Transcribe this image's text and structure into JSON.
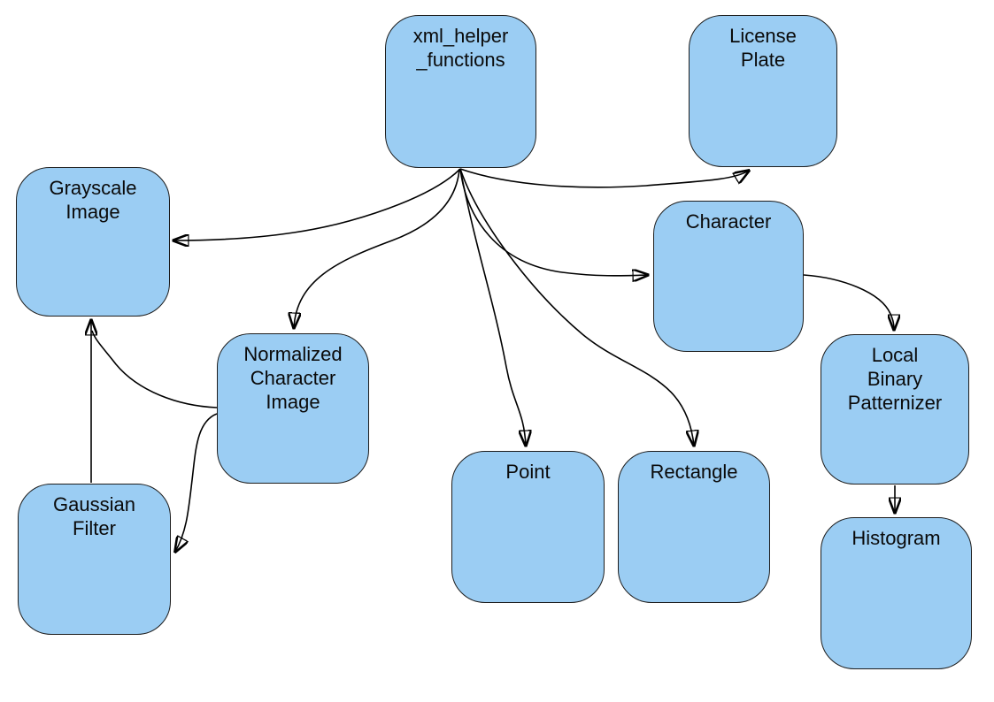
{
  "theme": {
    "node-fill": "#9bcdf3",
    "node-border": "#1c1c1c",
    "edge-color": "#000000",
    "canvas-bg": "#ffffff"
  },
  "nodes": [
    {
      "id": "xml_helper_functions",
      "label": "xml_helper _functions",
      "lines": [
        "xml_helper",
        "_functions"
      ]
    },
    {
      "id": "license_plate",
      "label": "License Plate",
      "lines": [
        "License",
        "Plate"
      ]
    },
    {
      "id": "grayscale_image",
      "label": "Grayscale Image",
      "lines": [
        "Grayscale",
        "Image"
      ]
    },
    {
      "id": "character",
      "label": "Character",
      "lines": [
        "Character"
      ]
    },
    {
      "id": "normalized_character_image",
      "label": "Normalized Character Image",
      "lines": [
        "Normalized",
        "Character",
        "Image"
      ]
    },
    {
      "id": "local_binary_patternizer",
      "label": "Local Binary Patternizer",
      "lines": [
        "Local",
        "Binary",
        "Patternizer"
      ]
    },
    {
      "id": "point",
      "label": "Point",
      "lines": [
        "Point"
      ]
    },
    {
      "id": "rectangle",
      "label": "Rectangle",
      "lines": [
        "Rectangle"
      ]
    },
    {
      "id": "gaussian_filter",
      "label": "Gaussian Filter",
      "lines": [
        "Gaussian",
        "Filter"
      ]
    },
    {
      "id": "histogram",
      "label": "Histogram",
      "lines": [
        "Histogram"
      ]
    }
  ],
  "edges": [
    {
      "from": "xml_helper_functions",
      "to": "License Plate"
    },
    {
      "from": "xml_helper_functions",
      "to": "Grayscale Image"
    },
    {
      "from": "xml_helper_functions",
      "to": "Normalized Character Image"
    },
    {
      "from": "xml_helper_functions",
      "to": "Character"
    },
    {
      "from": "xml_helper_functions",
      "to": "Point"
    },
    {
      "from": "xml_helper_functions",
      "to": "Rectangle"
    },
    {
      "from": "Character",
      "to": "Local Binary Patternizer"
    },
    {
      "from": "Local Binary Patternizer",
      "to": "Histogram"
    },
    {
      "from": "Gaussian Filter",
      "to": "Grayscale Image"
    },
    {
      "from": "Normalized Character Image",
      "to": "Grayscale Image"
    },
    {
      "from": "Normalized Character Image",
      "to": "Gaussian Filter"
    }
  ]
}
